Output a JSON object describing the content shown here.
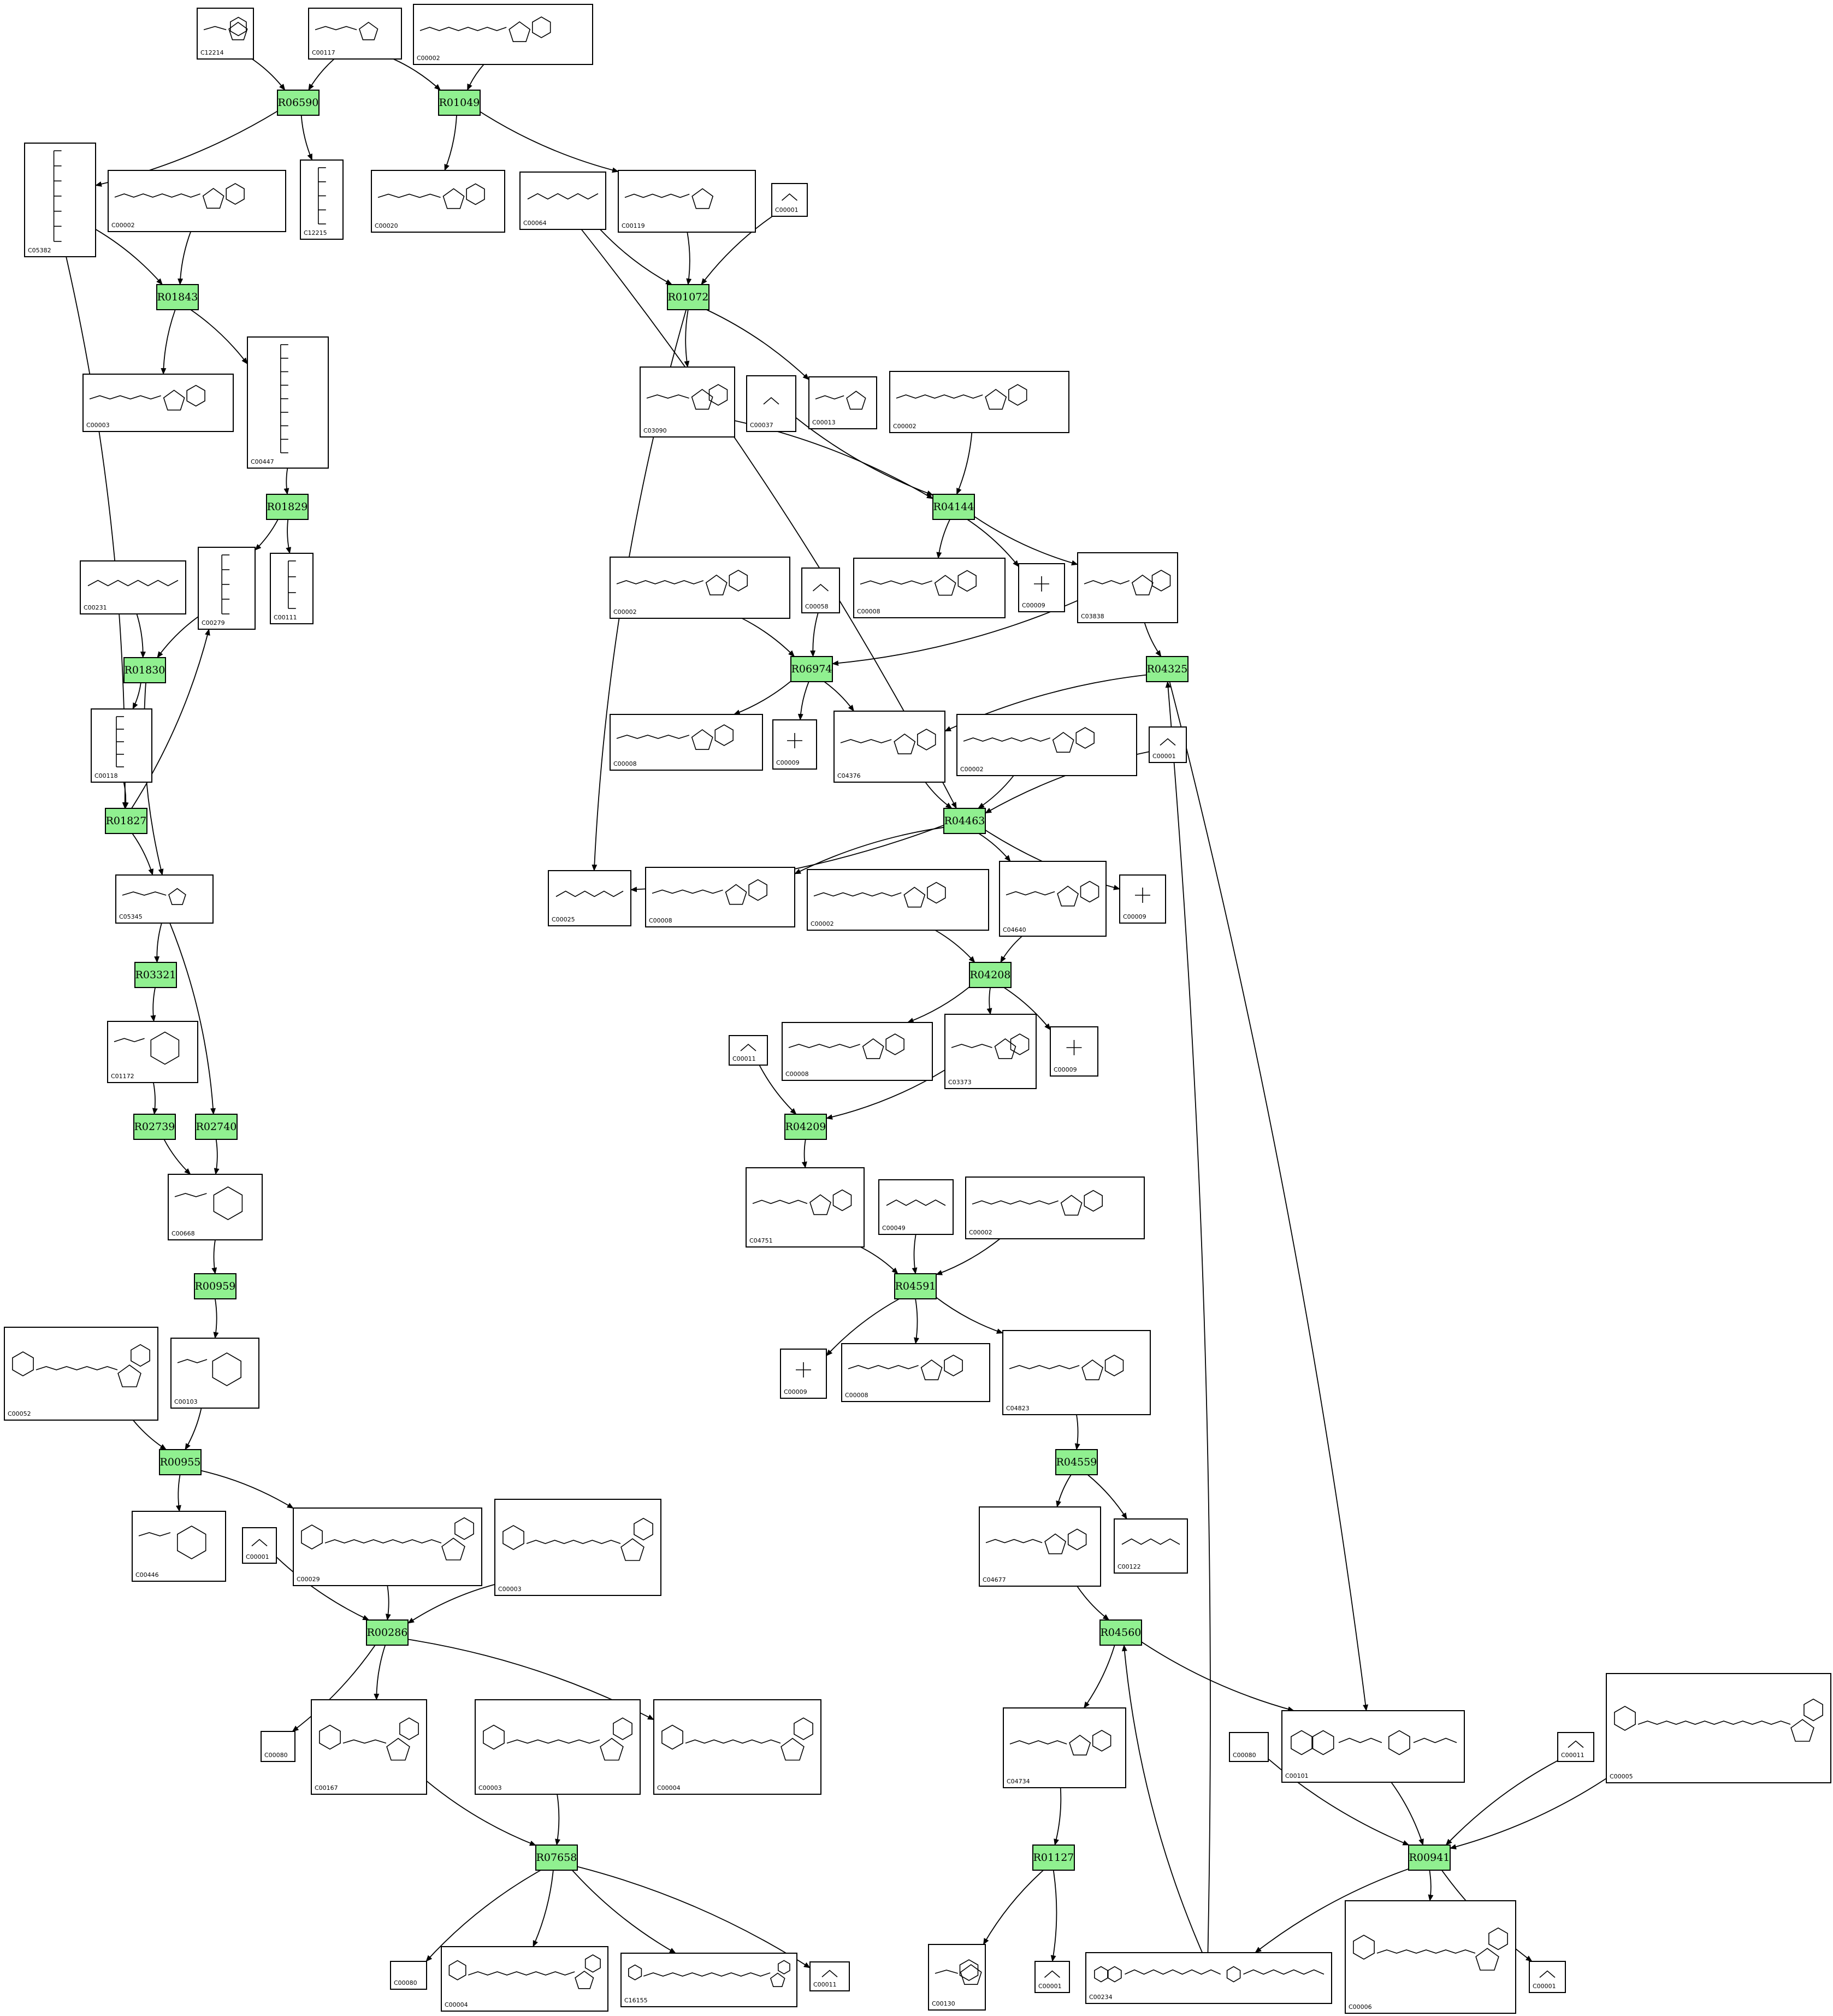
{
  "reactions": [
    {
      "id": "R06590"
    },
    {
      "id": "R01049"
    },
    {
      "id": "R01843"
    },
    {
      "id": "R01072"
    },
    {
      "id": "R01829"
    },
    {
      "id": "R04144"
    },
    {
      "id": "R01830"
    },
    {
      "id": "R06974"
    },
    {
      "id": "R04325"
    },
    {
      "id": "R01827"
    },
    {
      "id": "R04463"
    },
    {
      "id": "R03321"
    },
    {
      "id": "R04208"
    },
    {
      "id": "R02739"
    },
    {
      "id": "R02740"
    },
    {
      "id": "R04209"
    },
    {
      "id": "R00959"
    },
    {
      "id": "R04591"
    },
    {
      "id": "R00955"
    },
    {
      "id": "R04559"
    },
    {
      "id": "R00286"
    },
    {
      "id": "R04560"
    },
    {
      "id": "R07658"
    },
    {
      "id": "R01127"
    },
    {
      "id": "R00941"
    }
  ],
  "compounds": [
    {
      "key": "c12214",
      "id": "C12214"
    },
    {
      "key": "c00117",
      "id": "C00117"
    },
    {
      "key": "c00002a",
      "id": "C00002"
    },
    {
      "key": "c05382",
      "id": "C05382"
    },
    {
      "key": "c00002b",
      "id": "C00002"
    },
    {
      "key": "c12215",
      "id": "C12215"
    },
    {
      "key": "c00020",
      "id": "C00020"
    },
    {
      "key": "c00064",
      "id": "C00064"
    },
    {
      "key": "c00119",
      "id": "C00119"
    },
    {
      "key": "c00001a",
      "id": "C00001"
    },
    {
      "key": "c00003a",
      "id": "C00003"
    },
    {
      "key": "c00447",
      "id": "C00447"
    },
    {
      "key": "c03090",
      "id": "C03090"
    },
    {
      "key": "c00037",
      "id": "C00037"
    },
    {
      "key": "c00013",
      "id": "C00013"
    },
    {
      "key": "c00002c",
      "id": "C00002"
    },
    {
      "key": "c00279",
      "id": "C00279"
    },
    {
      "key": "c00111",
      "id": "C00111"
    },
    {
      "key": "c00231",
      "id": "C00231"
    },
    {
      "key": "c00002d",
      "id": "C00002"
    },
    {
      "key": "c00058",
      "id": "C00058"
    },
    {
      "key": "c00008a",
      "id": "C00008"
    },
    {
      "key": "c00009a",
      "id": "C00009"
    },
    {
      "key": "c03838",
      "id": "C03838"
    },
    {
      "key": "c00118",
      "id": "C00118"
    },
    {
      "key": "c00008b",
      "id": "C00008"
    },
    {
      "key": "c00009b",
      "id": "C00009"
    },
    {
      "key": "c04376",
      "id": "C04376"
    },
    {
      "key": "c00002e",
      "id": "C00002"
    },
    {
      "key": "c00001b",
      "id": "C00001"
    },
    {
      "key": "c05345",
      "id": "C05345"
    },
    {
      "key": "c00025",
      "id": "C00025"
    },
    {
      "key": "c00008c",
      "id": "C00008"
    },
    {
      "key": "c00002f",
      "id": "C00002"
    },
    {
      "key": "c04640",
      "id": "C04640"
    },
    {
      "key": "c00009c",
      "id": "C00009"
    },
    {
      "key": "c01172",
      "id": "C01172"
    },
    {
      "key": "c00011a",
      "id": "C00011"
    },
    {
      "key": "c00008d",
      "id": "C00008"
    },
    {
      "key": "c03373",
      "id": "C03373"
    },
    {
      "key": "c00009d",
      "id": "C00009"
    },
    {
      "key": "c00668",
      "id": "C00668"
    },
    {
      "key": "c04751",
      "id": "C04751"
    },
    {
      "key": "c00049",
      "id": "C00049"
    },
    {
      "key": "c00002g",
      "id": "C00002"
    },
    {
      "key": "c00052",
      "id": "C00052"
    },
    {
      "key": "c00103",
      "id": "C00103"
    },
    {
      "key": "c00009e",
      "id": "C00009"
    },
    {
      "key": "c00008e",
      "id": "C00008"
    },
    {
      "key": "c04823",
      "id": "C04823"
    },
    {
      "key": "c00446",
      "id": "C00446"
    },
    {
      "key": "c00001c",
      "id": "C00001"
    },
    {
      "key": "c00029",
      "id": "C00029"
    },
    {
      "key": "c00003b",
      "id": "C00003"
    },
    {
      "key": "c04677",
      "id": "C04677"
    },
    {
      "key": "c00122",
      "id": "C00122"
    },
    {
      "key": "c00080a",
      "id": "C00080"
    },
    {
      "key": "c00167",
      "id": "C00167"
    },
    {
      "key": "c00003c",
      "id": "C00003"
    },
    {
      "key": "c00004a",
      "id": "C00004"
    },
    {
      "key": "c04734",
      "id": "C04734"
    },
    {
      "key": "c00080b",
      "id": "C00080"
    },
    {
      "key": "c00101",
      "id": "C00101"
    },
    {
      "key": "c00011b",
      "id": "C00011"
    },
    {
      "key": "c00005",
      "id": "C00005"
    },
    {
      "key": "c00080c",
      "id": "C00080"
    },
    {
      "key": "c00004b",
      "id": "C00004"
    },
    {
      "key": "c16155",
      "id": "C16155"
    },
    {
      "key": "c00011c",
      "id": "C00011"
    },
    {
      "key": "c00130",
      "id": "C00130"
    },
    {
      "key": "c00001d",
      "id": "C00001"
    },
    {
      "key": "c00234",
      "id": "C00234"
    },
    {
      "key": "c00006",
      "id": "C00006"
    },
    {
      "key": "c00001e",
      "id": "C00001"
    }
  ],
  "edges": [
    [
      "c12214",
      "R06590"
    ],
    [
      "c00117",
      "R06590"
    ],
    [
      "c00117",
      "R01049"
    ],
    [
      "c00002a",
      "R01049"
    ],
    [
      "R06590",
      "c05382"
    ],
    [
      "R06590",
      "c12215"
    ],
    [
      "R01049",
      "c00020"
    ],
    [
      "R01049",
      "c00119"
    ],
    [
      "c05382",
      "R01843"
    ],
    [
      "c00002b",
      "R01843"
    ],
    [
      "c05382",
      "R01827"
    ],
    [
      "R01843",
      "c00003a"
    ],
    [
      "R01843",
      "c00447"
    ],
    [
      "c00447",
      "R01829"
    ],
    [
      "R01829",
      "c00279"
    ],
    [
      "R01829",
      "c00111"
    ],
    [
      "c00231",
      "R01830"
    ],
    [
      "c00279",
      "R01830"
    ],
    [
      "R01830",
      "c00118"
    ],
    [
      "R01830",
      "c05345"
    ],
    [
      "c00118",
      "R01827"
    ],
    [
      "R01827",
      "c00279"
    ],
    [
      "R01827",
      "c05345"
    ],
    [
      "c05345",
      "R03321"
    ],
    [
      "c05345",
      "R02740"
    ],
    [
      "R03321",
      "c01172"
    ],
    [
      "c01172",
      "R02739"
    ],
    [
      "R02739",
      "c00668"
    ],
    [
      "R02740",
      "c00668"
    ],
    [
      "c00668",
      "R00959"
    ],
    [
      "R00959",
      "c00103"
    ],
    [
      "c00052",
      "R00955"
    ],
    [
      "c00103",
      "R00955"
    ],
    [
      "R00955",
      "c00446"
    ],
    [
      "R00955",
      "c00029"
    ],
    [
      "c00001c",
      "R00286"
    ],
    [
      "c00029",
      "R00286"
    ],
    [
      "c00003b",
      "R00286"
    ],
    [
      "R00286",
      "c00080a"
    ],
    [
      "R00286",
      "c00167"
    ],
    [
      "R00286",
      "c00004a"
    ],
    [
      "c00167",
      "R07658"
    ],
    [
      "c00003c",
      "R07658"
    ],
    [
      "R07658",
      "c00080c"
    ],
    [
      "R07658",
      "c00004b"
    ],
    [
      "R07658",
      "c16155"
    ],
    [
      "R07658",
      "c00011c"
    ],
    [
      "c00064",
      "R01072"
    ],
    [
      "c00119",
      "R01072"
    ],
    [
      "c00001a",
      "R01072"
    ],
    [
      "c00064",
      "R04463"
    ],
    [
      "R01072",
      "c03090"
    ],
    [
      "R01072",
      "c00013"
    ],
    [
      "R01072",
      "c00025"
    ],
    [
      "c03090",
      "R04144"
    ],
    [
      "c00037",
      "R04144"
    ],
    [
      "c00002c",
      "R04144"
    ],
    [
      "R04144",
      "c00008a"
    ],
    [
      "R04144",
      "c00009a"
    ],
    [
      "R04144",
      "c03838"
    ],
    [
      "c00002d",
      "R06974"
    ],
    [
      "c00058",
      "R06974"
    ],
    [
      "c03838",
      "R06974"
    ],
    [
      "c03838",
      "R04325"
    ],
    [
      "R06974",
      "c00008b"
    ],
    [
      "R06974",
      "c00009b"
    ],
    [
      "R06974",
      "c04376"
    ],
    [
      "R04325",
      "c04376"
    ],
    [
      "R04325",
      "c00101"
    ],
    [
      "c04376",
      "R04463"
    ],
    [
      "c00002e",
      "R04463"
    ],
    [
      "c00001b",
      "R04463"
    ],
    [
      "R04463",
      "c00025"
    ],
    [
      "R04463",
      "c00008c"
    ],
    [
      "R04463",
      "c04640"
    ],
    [
      "R04463",
      "c00009c"
    ],
    [
      "c00002f",
      "R04208"
    ],
    [
      "c04640",
      "R04208"
    ],
    [
      "R04208",
      "c00008d"
    ],
    [
      "R04208",
      "c03373"
    ],
    [
      "R04208",
      "c00009d"
    ],
    [
      "c00011a",
      "R04209"
    ],
    [
      "c03373",
      "R04209"
    ],
    [
      "R04209",
      "c04751"
    ],
    [
      "c04751",
      "R04591"
    ],
    [
      "c00049",
      "R04591"
    ],
    [
      "c00002g",
      "R04591"
    ],
    [
      "R04591",
      "c00009e"
    ],
    [
      "R04591",
      "c00008e"
    ],
    [
      "R04591",
      "c04823"
    ],
    [
      "c04823",
      "R04559"
    ],
    [
      "R04559",
      "c04677"
    ],
    [
      "R04559",
      "c00122"
    ],
    [
      "c04677",
      "R04560"
    ],
    [
      "c00234",
      "R04560"
    ],
    [
      "c00234",
      "R04325"
    ],
    [
      "R04560",
      "c04734"
    ],
    [
      "R04560",
      "c00101"
    ],
    [
      "c04734",
      "R01127"
    ],
    [
      "R01127",
      "c00130"
    ],
    [
      "R01127",
      "c00001d"
    ],
    [
      "c00080b",
      "R00941"
    ],
    [
      "c00101",
      "R00941"
    ],
    [
      "c00011b",
      "R00941"
    ],
    [
      "c00005",
      "R00941"
    ],
    [
      "R00941",
      "c00234"
    ],
    [
      "R00941",
      "c00006"
    ],
    [
      "R00941",
      "c00001e"
    ]
  ]
}
